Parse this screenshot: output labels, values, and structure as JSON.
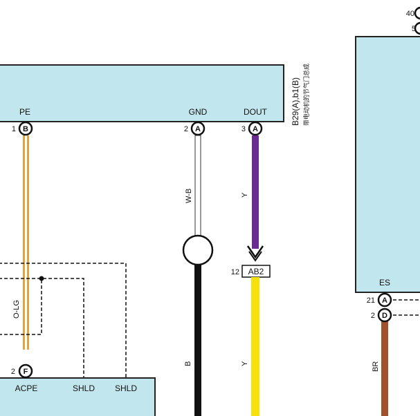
{
  "colors": {
    "component_fill": "#c2e6ee",
    "component_stroke": "#222222",
    "wire_orange": "#e6a23c",
    "wire_purple": "#6b2c91",
    "wire_yellow": "#f7e10a",
    "wire_black": "#111111",
    "wire_brown": "#a0522d",
    "wire_white": "#ffffff"
  },
  "top_component": {
    "connector_code": "B29(A),b1(B)",
    "connector_desc": "带电动机的节气门总成",
    "pins": [
      {
        "name": "PE",
        "number": "1",
        "letter": "B"
      },
      {
        "name": "GND",
        "number": "2",
        "letter": "A"
      },
      {
        "name": "DOUT",
        "number": "3",
        "letter": "A"
      }
    ]
  },
  "right_component": {
    "top_pins": [
      {
        "number": "40",
        "letter": ""
      },
      {
        "number": "5",
        "letter": ""
      }
    ],
    "bottom_label": "ES",
    "bottom_pins": [
      {
        "number": "21",
        "letter": "A"
      },
      {
        "number": "2",
        "letter": "D"
      }
    ]
  },
  "bottom_component": {
    "pin_number": "2",
    "pin_letter": "F",
    "labels": [
      "ACPE",
      "SHLD",
      "SHLD"
    ]
  },
  "wires": [
    {
      "code": "W-B",
      "color": "white"
    },
    {
      "code": "Y",
      "color": "purple"
    },
    {
      "code": "B",
      "color": "black"
    },
    {
      "code": "Y",
      "color": "yellow"
    },
    {
      "code": "O-LG",
      "color": "orange"
    },
    {
      "code": "BR",
      "color": "brown"
    }
  ],
  "junction": {
    "number": "12",
    "code": "AB2"
  }
}
